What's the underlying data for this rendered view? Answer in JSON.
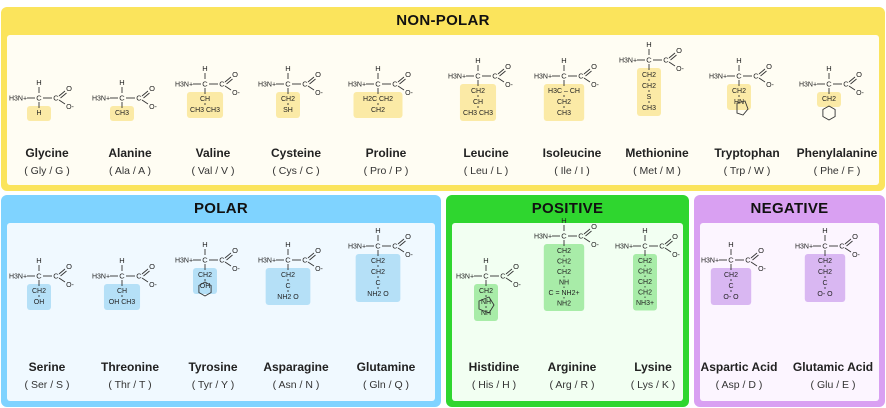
{
  "groups": {
    "nonpolar": {
      "title": "NON-POLAR",
      "border": "#fbe45c",
      "fill": "#fffdf3",
      "side": "#fbeaa6"
    },
    "polar": {
      "title": "POLAR",
      "border": "#7fd3ff",
      "fill": "#f0f9ff",
      "side": "#b5e0f7"
    },
    "positive": {
      "title": "POSITIVE",
      "border": "#2fd62f",
      "fill": "#f2fff2",
      "side": "#a8eca8"
    },
    "negative": {
      "title": "NEGATIVE",
      "border": "#d9a0f2",
      "fill": "#fcf5ff",
      "side": "#d9b7f2"
    }
  },
  "amino_acids": [
    {
      "name": "Glycine",
      "code": "( Gly / G )",
      "group": "nonpolar",
      "side": [
        "H"
      ]
    },
    {
      "name": "Alanine",
      "code": "( Ala / A )",
      "group": "nonpolar",
      "side": [
        "CH3"
      ]
    },
    {
      "name": "Valine",
      "code": "( Val / V )",
      "group": "nonpolar",
      "side": [
        "CH",
        "CH3 CH3"
      ]
    },
    {
      "name": "Cysteine",
      "code": "( Cys / C )",
      "group": "nonpolar",
      "side": [
        "CH2",
        "SH"
      ]
    },
    {
      "name": "Proline",
      "code": "( Pro / P )",
      "group": "nonpolar",
      "side": [
        "H2C    CH2",
        "CH2"
      ]
    },
    {
      "name": "Leucine",
      "code": "( Leu / L )",
      "group": "nonpolar",
      "side": [
        "CH2",
        "CH",
        "CH3 CH3"
      ]
    },
    {
      "name": "Isoleucine",
      "code": "( Ile / I )",
      "group": "nonpolar",
      "side": [
        "H3C – CH",
        "CH2",
        "CH3"
      ]
    },
    {
      "name": "Methionine",
      "code": "( Met / M )",
      "group": "nonpolar",
      "side": [
        "CH2",
        "CH2",
        "S",
        "CH3"
      ]
    },
    {
      "name": "Tryptophan",
      "code": "( Trp / W )",
      "group": "nonpolar",
      "side": [
        "CH2",
        "HN"
      ]
    },
    {
      "name": "Phenylalanine",
      "code": "( Phe / F )",
      "group": "nonpolar",
      "side": [
        "CH2"
      ]
    },
    {
      "name": "Serine",
      "code": "( Ser / S )",
      "group": "polar",
      "side": [
        "CH2",
        "OH"
      ]
    },
    {
      "name": "Threonine",
      "code": "( Thr / T )",
      "group": "polar",
      "side": [
        "CH",
        "OH  CH3"
      ]
    },
    {
      "name": "Tyrosine",
      "code": "( Tyr / Y )",
      "group": "polar",
      "side": [
        "CH2",
        "OH"
      ]
    },
    {
      "name": "Asparagine",
      "code": "( Asn / N )",
      "group": "polar",
      "side": [
        "CH2",
        "C",
        "NH2     O"
      ]
    },
    {
      "name": "Glutamine",
      "code": "( Gln / Q )",
      "group": "polar",
      "side": [
        "CH2",
        "CH2",
        "C",
        "NH2     O"
      ]
    },
    {
      "name": "Histidine",
      "code": "( His / H )",
      "group": "positive",
      "side": [
        "CH2",
        "NH",
        "NH"
      ]
    },
    {
      "name": "Arginine",
      "code": "( Arg / R )",
      "group": "positive",
      "side": [
        "CH2",
        "CH2",
        "CH2",
        "NH",
        "C = NH2+",
        "NH2"
      ]
    },
    {
      "name": "Lysine",
      "code": "( Lys / K )",
      "group": "positive",
      "side": [
        "CH2",
        "CH2",
        "CH2",
        "CH2",
        "NH3+"
      ]
    },
    {
      "name": "Aspartic Acid",
      "code": "( Asp / D )",
      "group": "negative",
      "side": [
        "CH2",
        "C",
        "O-     O"
      ]
    },
    {
      "name": "Glutamic Acid",
      "code": "( Glu / E )",
      "group": "negative",
      "side": [
        "CH2",
        "CH2",
        "C",
        "O-     O"
      ]
    }
  ],
  "backbone": {
    "nh": "H3N+",
    "ca": "C",
    "h": "H",
    "c": "C",
    "o": "O",
    "om": "O-"
  }
}
